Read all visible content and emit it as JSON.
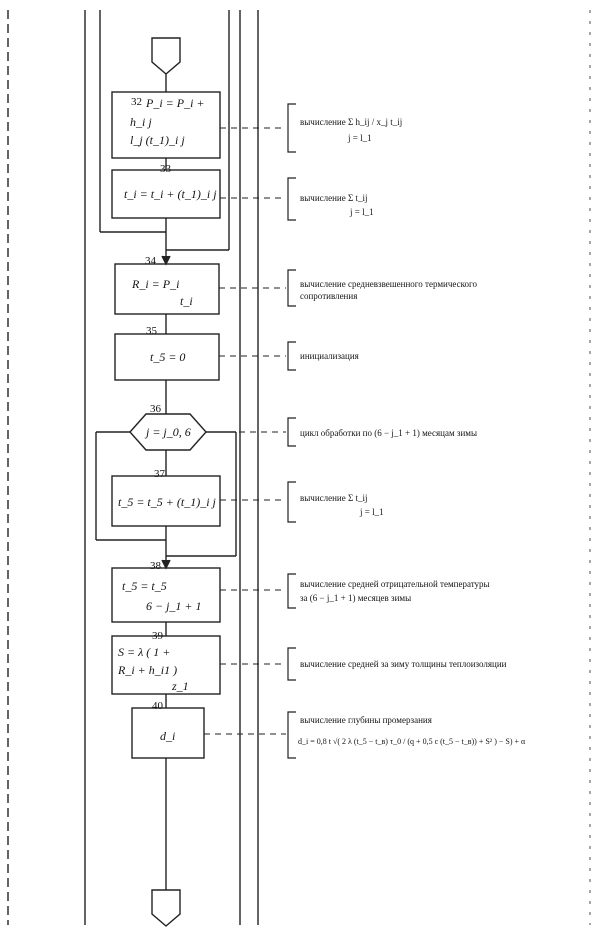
{
  "diagram": {
    "blocks": [
      {
        "id": "32",
        "number": "32",
        "formula_lines": [
          "P_i = P_i +",
          "h_i j",
          "l_j        (t_1)_i j"
        ],
        "note_lines": [
          "вычисление   Σ h_ij / x_j   t_ij",
          "j = l_1"
        ]
      },
      {
        "id": "33",
        "number": "33",
        "formula_lines": [
          "t_i = t_i + (t_1)_i j"
        ],
        "note_lines": [
          "вычисление   Σ t_ij",
          "j = l_1"
        ]
      },
      {
        "id": "34",
        "number": "34",
        "formula_lines": [
          "R_i = P_i",
          "t_i"
        ],
        "note_lines": [
          "вычисление средневзвешенного термического",
          "сопротивления"
        ]
      },
      {
        "id": "35",
        "number": "35",
        "formula_lines": [
          "t_5 = 0"
        ],
        "note_lines": [
          "инициализация"
        ]
      },
      {
        "id": "36",
        "number": "36",
        "formula_lines": [
          "j = j_0, 6"
        ],
        "note_lines": [
          "цикл обработки по (6 − j_1 + 1) месяцам зимы"
        ]
      },
      {
        "id": "37",
        "number": "37",
        "formula_lines": [
          "t_5 = t_5 + (t_1)_i j"
        ],
        "note_lines": [
          "вычисление   Σ t_ij",
          "j = l_1"
        ]
      },
      {
        "id": "38",
        "number": "38",
        "formula_lines": [
          "t_5 = t_5",
          "6 − j_1 + 1"
        ],
        "note_lines": [
          "вычисление средней отрицательной температуры",
          "за (6 − j_1 + 1) месяцев зимы"
        ]
      },
      {
        "id": "39",
        "number": "39",
        "formula_lines": [
          "S = λ (  1  +",
          "R_i +  h_i1 )",
          "z_1"
        ],
        "note_lines": [
          "вычисление средней за зиму толщины теплоизоляции"
        ]
      },
      {
        "id": "40",
        "number": "40",
        "formula_lines": [
          "d_i"
        ],
        "note_lines": [
          "вычисление глубины промерзания",
          "d_i = 0,8 t √( 2 λ (t_5 − t_в) τ_0 / (q + 0,5 c (t_5 − t_в)) + S² ) − S) + α"
        ]
      }
    ]
  }
}
